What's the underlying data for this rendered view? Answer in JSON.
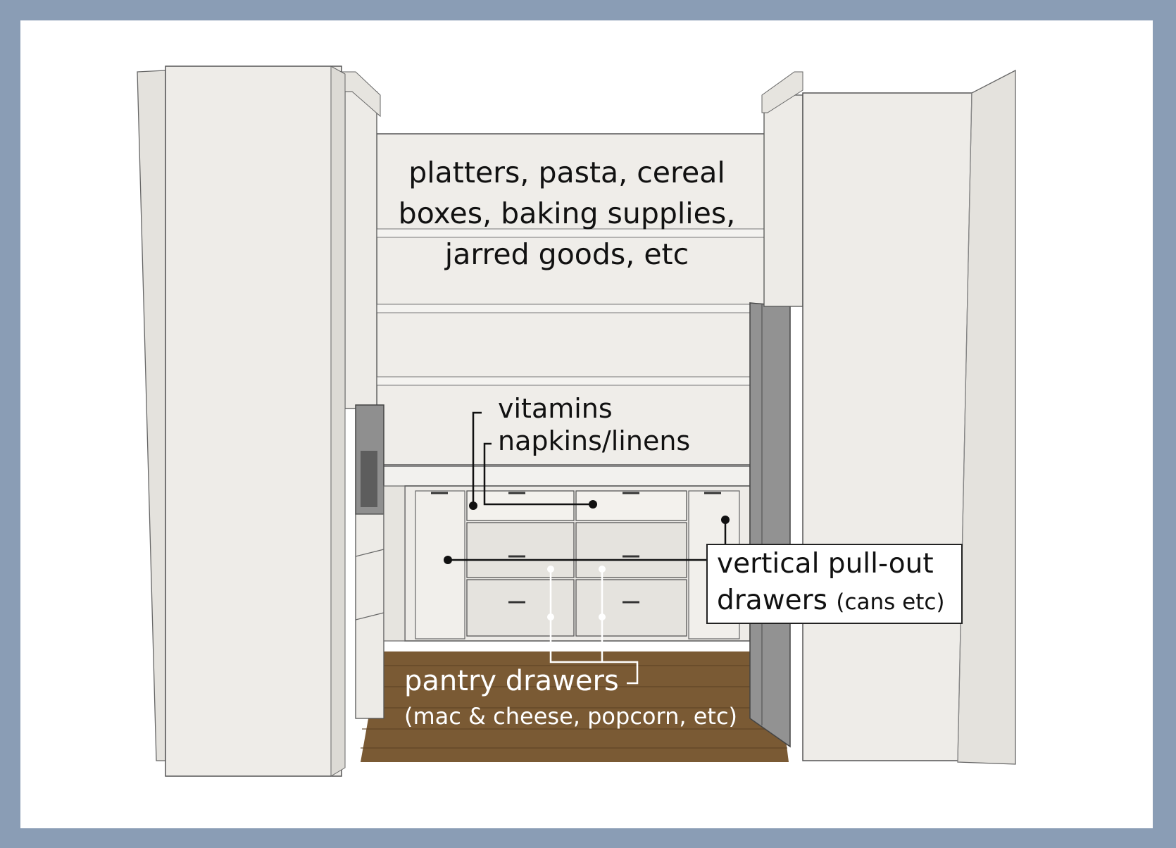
{
  "colors": {
    "frame": "#8a9db5",
    "card": "#ffffff",
    "cabinet": "#eeece8",
    "cabinet_shade": "#dcdad5",
    "floor": "#7a5a34",
    "appliance": "#8e8e8e",
    "line": "#111111"
  },
  "labels": {
    "top_shelves": [
      "platters, pasta, cereal",
      "boxes, baking supplies,",
      "jarred goods, etc"
    ],
    "vitamins": "vitamins",
    "napkins": "napkins/linens",
    "vertical_main": "vertical pull-out",
    "vertical_line2": "drawers",
    "vertical_small": "(cans etc)",
    "pantry_main": "pantry drawers",
    "pantry_sub": "(mac & cheese, popcorn, etc)"
  }
}
